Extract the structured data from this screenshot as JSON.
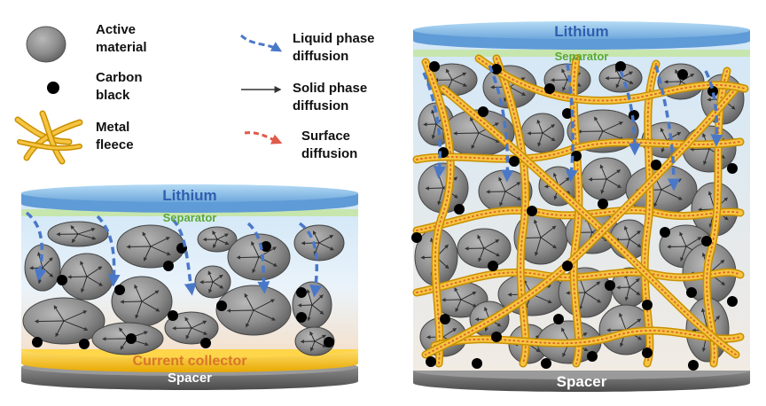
{
  "legend": {
    "active_material": [
      "Active",
      "material"
    ],
    "carbon_black": [
      "Carbon",
      "black"
    ],
    "metal_fleece": [
      "Metal",
      "fleece"
    ],
    "liquid_phase": [
      "Liquid phase",
      "diffusion"
    ],
    "solid_phase": [
      "Solid phase",
      "diffusion"
    ],
    "surface": [
      "Surface",
      "diffusion"
    ]
  },
  "left_cell": {
    "lithium": "Lithium",
    "separator": "Separator",
    "current_collector": "Current collector",
    "spacer": "Spacer"
  },
  "right_cell": {
    "lithium": "Lithium",
    "separator": "Separator",
    "spacer": "Spacer"
  },
  "colors": {
    "particle": "#8a8a8a",
    "carbon": "#000000",
    "fleece": "#f2b21c",
    "liquid_arrow": "#4a78c8",
    "surface_arrow": "#e05a4a",
    "lithium": "#8fc3e8",
    "separator": "#b9e08a",
    "current_collector": "#f6c21b",
    "spacer": "#6b6b6b"
  }
}
